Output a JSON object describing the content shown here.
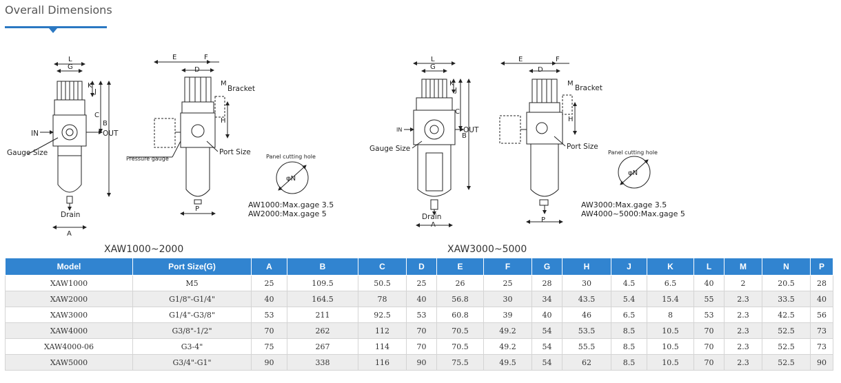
{
  "section": {
    "title": "Overall Dimensions"
  },
  "drawing_left": {
    "series_label": "XAW1000~2000",
    "labels": {
      "L": "L",
      "G": "G",
      "K": "K",
      "J": "J",
      "C": "C",
      "B": "B",
      "IN": "IN",
      "OUT": "OUT",
      "gauge_size": "Gauge Size",
      "drain": "Drain",
      "A": "A",
      "E": "E",
      "F": "F",
      "D": "D",
      "M": "M",
      "bracket": "Bracket",
      "H": "H",
      "pressure_gauge": "Pressure gauge",
      "port_size": "Port Size",
      "P": "P"
    },
    "panel_cutting_hole": "Panel cutting hole",
    "phi_n": "φN",
    "notes": [
      "AW1000:Max.gage 3.5",
      "AW2000:Max.gage  5"
    ]
  },
  "drawing_right": {
    "series_label": "XAW3000~5000",
    "labels": {
      "L": "L",
      "G": "G",
      "K": "K",
      "J": "J",
      "C": "C",
      "B": "B",
      "IN": "IN",
      "OUT": "OUT",
      "gauge_size": "Gauge Size",
      "drain": "Drain",
      "A": "A",
      "E": "E",
      "F": "F",
      "D": "D",
      "M": "M",
      "bracket": "Bracket",
      "H": "H",
      "port_size": "Port Size",
      "P": "P"
    },
    "panel_cutting_hole": "Panel cutting hole",
    "phi_n": "φN",
    "notes": [
      "AW3000:Max.gage 3.5",
      "AW4000~5000:Max.gage  5"
    ]
  },
  "table": {
    "headers": [
      "Model",
      "Port Size(G)",
      "A",
      "B",
      "C",
      "D",
      "E",
      "F",
      "G",
      "H",
      "J",
      "K",
      "L",
      "M",
      "N",
      "P"
    ],
    "rows": [
      [
        "XAW1000",
        "M5",
        "25",
        "109.5",
        "50.5",
        "25",
        "26",
        "25",
        "28",
        "30",
        "4.5",
        "6.5",
        "40",
        "2",
        "20.5",
        "28"
      ],
      [
        "XAW2000",
        "G1/8\"-G1/4\"",
        "40",
        "164.5",
        "78",
        "40",
        "56.8",
        "30",
        "34",
        "43.5",
        "5.4",
        "15.4",
        "55",
        "2.3",
        "33.5",
        "40"
      ],
      [
        "XAW3000",
        "G1/4\"-G3/8\"",
        "53",
        "211",
        "92.5",
        "53",
        "60.8",
        "39",
        "40",
        "46",
        "6.5",
        "8",
        "53",
        "2.3",
        "42.5",
        "56"
      ],
      [
        "XAW4000",
        "G3/8\"-1/2\"",
        "70",
        "262",
        "112",
        "70",
        "70.5",
        "49.2",
        "54",
        "53.5",
        "8.5",
        "10.5",
        "70",
        "2.3",
        "52.5",
        "73"
      ],
      [
        "XAW4000-06",
        "G3-4\"",
        "75",
        "267",
        "114",
        "70",
        "70.5",
        "49.2",
        "54",
        "55.5",
        "8.5",
        "10.5",
        "70",
        "2.3",
        "52.5",
        "73"
      ],
      [
        "XAW5000",
        "G3/4\"-G1\"",
        "90",
        "338",
        "116",
        "90",
        "75.5",
        "49.5",
        "54",
        "62",
        "8.5",
        "10.5",
        "70",
        "2.3",
        "52.5",
        "90"
      ]
    ]
  }
}
